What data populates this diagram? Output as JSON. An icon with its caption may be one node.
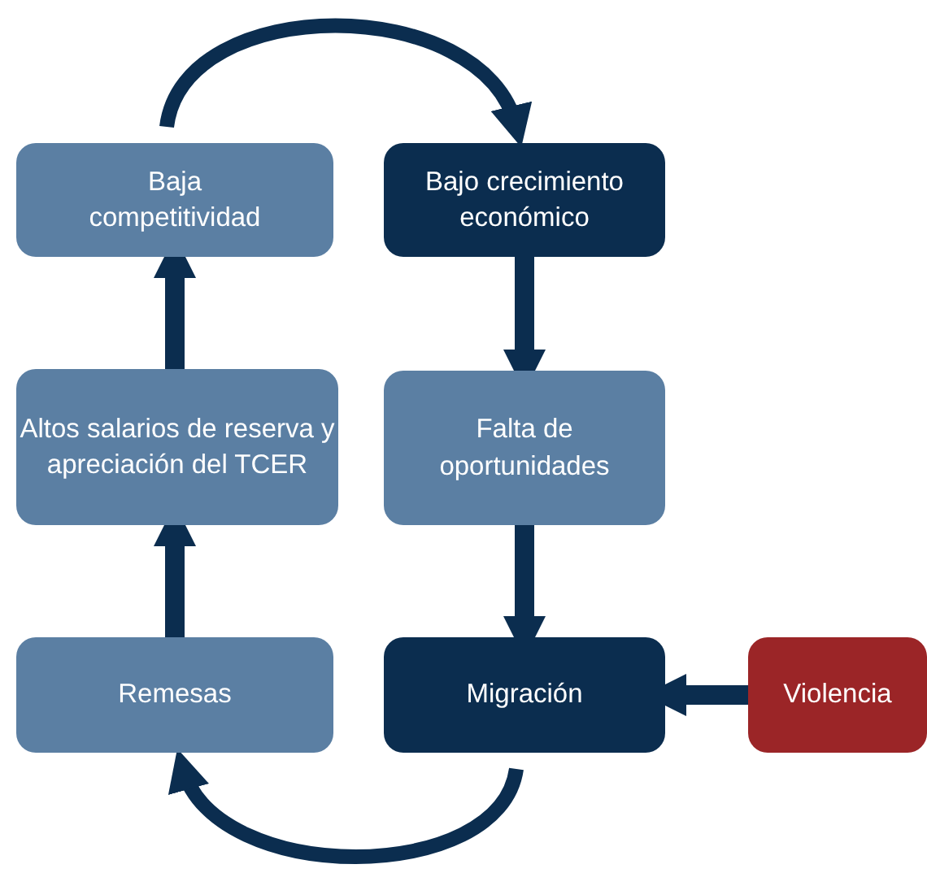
{
  "diagram": {
    "nodes": [
      {
        "text": [
          "Baja competitividad"
        ]
      },
      {
        "text": [
          "Bajo crecimiento económico"
        ]
      },
      {
        "text": [
          "Falta de oportunidades"
        ]
      },
      {
        "text": [
          "Altos salarios de reserva y apreciación del TCER"
        ]
      },
      {
        "text": [
          "Remesas"
        ]
      },
      {
        "text": [
          "Migración"
        ]
      },
      {
        "text": [
          "Violencia"
        ]
      }
    ],
    "edges": [
      {
        "from": 0,
        "to": 1,
        "arrow": "to"
      },
      {
        "from": 1,
        "to": 2,
        "arrow": "to"
      },
      {
        "from": 2,
        "to": 5,
        "arrow": "to"
      },
      {
        "from": 6,
        "to": 5,
        "arrow": "to"
      },
      {
        "from": 5,
        "to": 4,
        "arrow": "to"
      },
      {
        "from": 4,
        "to": 3,
        "arrow": "to"
      },
      {
        "from": 3,
        "to": 0,
        "arrow": "to"
      }
    ]
  }
}
